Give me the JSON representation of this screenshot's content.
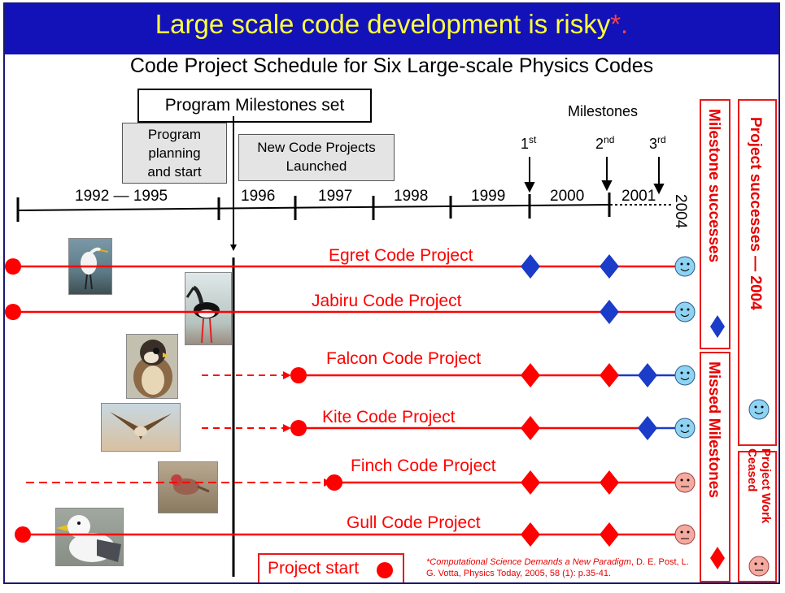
{
  "title": {
    "main": "Large scale code development is risky",
    "star": "*."
  },
  "subtitle": "Code Project Schedule for Six Large-scale Physics Codes",
  "callouts": {
    "milestones_set": "Program Milestones set",
    "planning": [
      "Program",
      "planning",
      "and start"
    ],
    "launched": [
      "New Code Projects",
      "Launched"
    ],
    "milestones_header": "Milestones"
  },
  "timeline": {
    "labels": [
      "1992 — 1995",
      "1996",
      "1997",
      "1998",
      "1999",
      "2000",
      "2001",
      "2004"
    ]
  },
  "milestone_markers": [
    {
      "base": "1",
      "sup": "st"
    },
    {
      "base": "2",
      "sup": "nd"
    },
    {
      "base": "3",
      "sup": "rd"
    }
  ],
  "projects": [
    {
      "name": "Egret Code Project",
      "start": "1992",
      "milestones": [
        "met",
        "met",
        null
      ],
      "outcome": "success"
    },
    {
      "name": "Jabiru Code Project",
      "start": "1992",
      "milestones": [
        null,
        "met",
        null
      ],
      "outcome": "success"
    },
    {
      "name": "Falcon Code Project",
      "start": "1997",
      "milestones": [
        "missed",
        "missed",
        "met"
      ],
      "outcome": "success"
    },
    {
      "name": "Kite Code Project",
      "start": "1997",
      "milestones": [
        "missed",
        null,
        "met"
      ],
      "outcome": "success"
    },
    {
      "name": "Finch Code Project",
      "start": "1998",
      "milestones": [
        "missed",
        "missed",
        null
      ],
      "outcome": "ceased"
    },
    {
      "name": "Gull Code Project",
      "start": "1992",
      "milestones": [
        "missed",
        "missed",
        null
      ],
      "outcome": "ceased"
    }
  ],
  "legend": {
    "milestone_successes": "Milestone successes",
    "missed_milestones": "Missed Milestones",
    "project_successes": "Project successes — 2004",
    "project_work_ceased_1": "Project Work",
    "project_work_ceased_2": "Ceased",
    "project_start": "Project start"
  },
  "citation": {
    "italic": "*Computational Science Demands a New Paradigm",
    "rest": ", D. E. Post, L. G. Votta, Physics Today, 2005, 58 (1): p.35-41."
  },
  "colors": {
    "title_bg": "#1212b8",
    "title_text": "#ffff3c",
    "red": "#ff0000",
    "blue": "#1a3cc8",
    "face_blue": "#8fd3f2",
    "face_pink": "#f5aaa0"
  }
}
